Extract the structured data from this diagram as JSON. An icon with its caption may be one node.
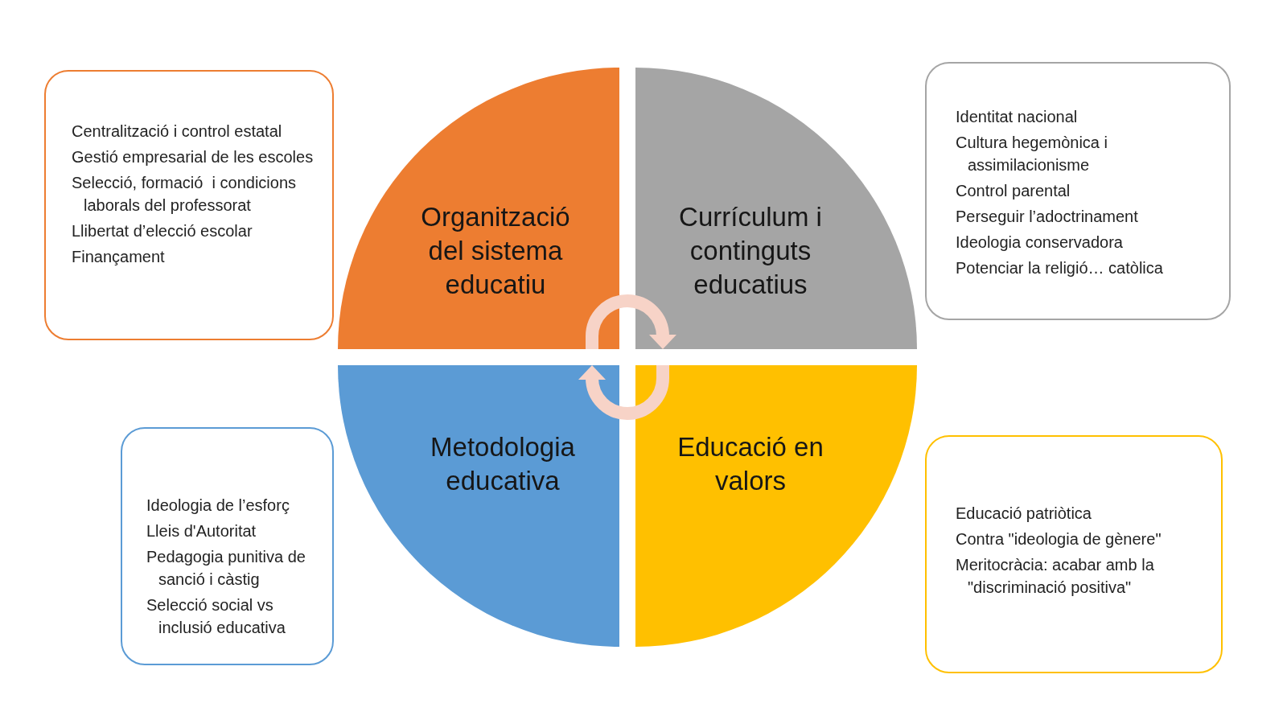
{
  "diagram": {
    "nodes": [
      {
        "text": [
          "Centralització i control estatal",
          "Gestió empresarial de les escoles",
          "Selecció, formació  i condicions laborals del professorat",
          "Llibertat d’elecció escolar",
          "Finançament"
        ]
      },
      {
        "text": [
          "Organització del sistema educatiu"
        ]
      },
      {
        "text": [
          "Currículum i continguts educatius"
        ]
      },
      {
        "text": [
          "Identitat nacional",
          "Cultura hegemònica i assimilacionisme",
          "Control parental",
          "Perseguir l’adoctrinament",
          "Ideologia conservadora",
          "Potenciar la religió… catòlica"
        ]
      },
      {
        "text": [
          "Ideologia de l’esforç",
          "Lleis d'Autoritat",
          "Pedagogia punitiva de sanció i càstig",
          "Selecció social vs inclusió educativa"
        ]
      },
      {
        "text": [
          "Metodologia educativa"
        ]
      },
      {
        "text": [
          "Educació en valors"
        ]
      },
      {
        "text": [
          "Educació patriòtica",
          "Contra \"ideologia de gènere\"",
          "Meritocràcia: acabar amb la \"discriminació positiva\""
        ]
      }
    ],
    "edges": [
      {
        "from": 1,
        "to": 2,
        "arrow": "to"
      },
      {
        "from": 6,
        "to": 5,
        "arrow": "to"
      }
    ]
  }
}
